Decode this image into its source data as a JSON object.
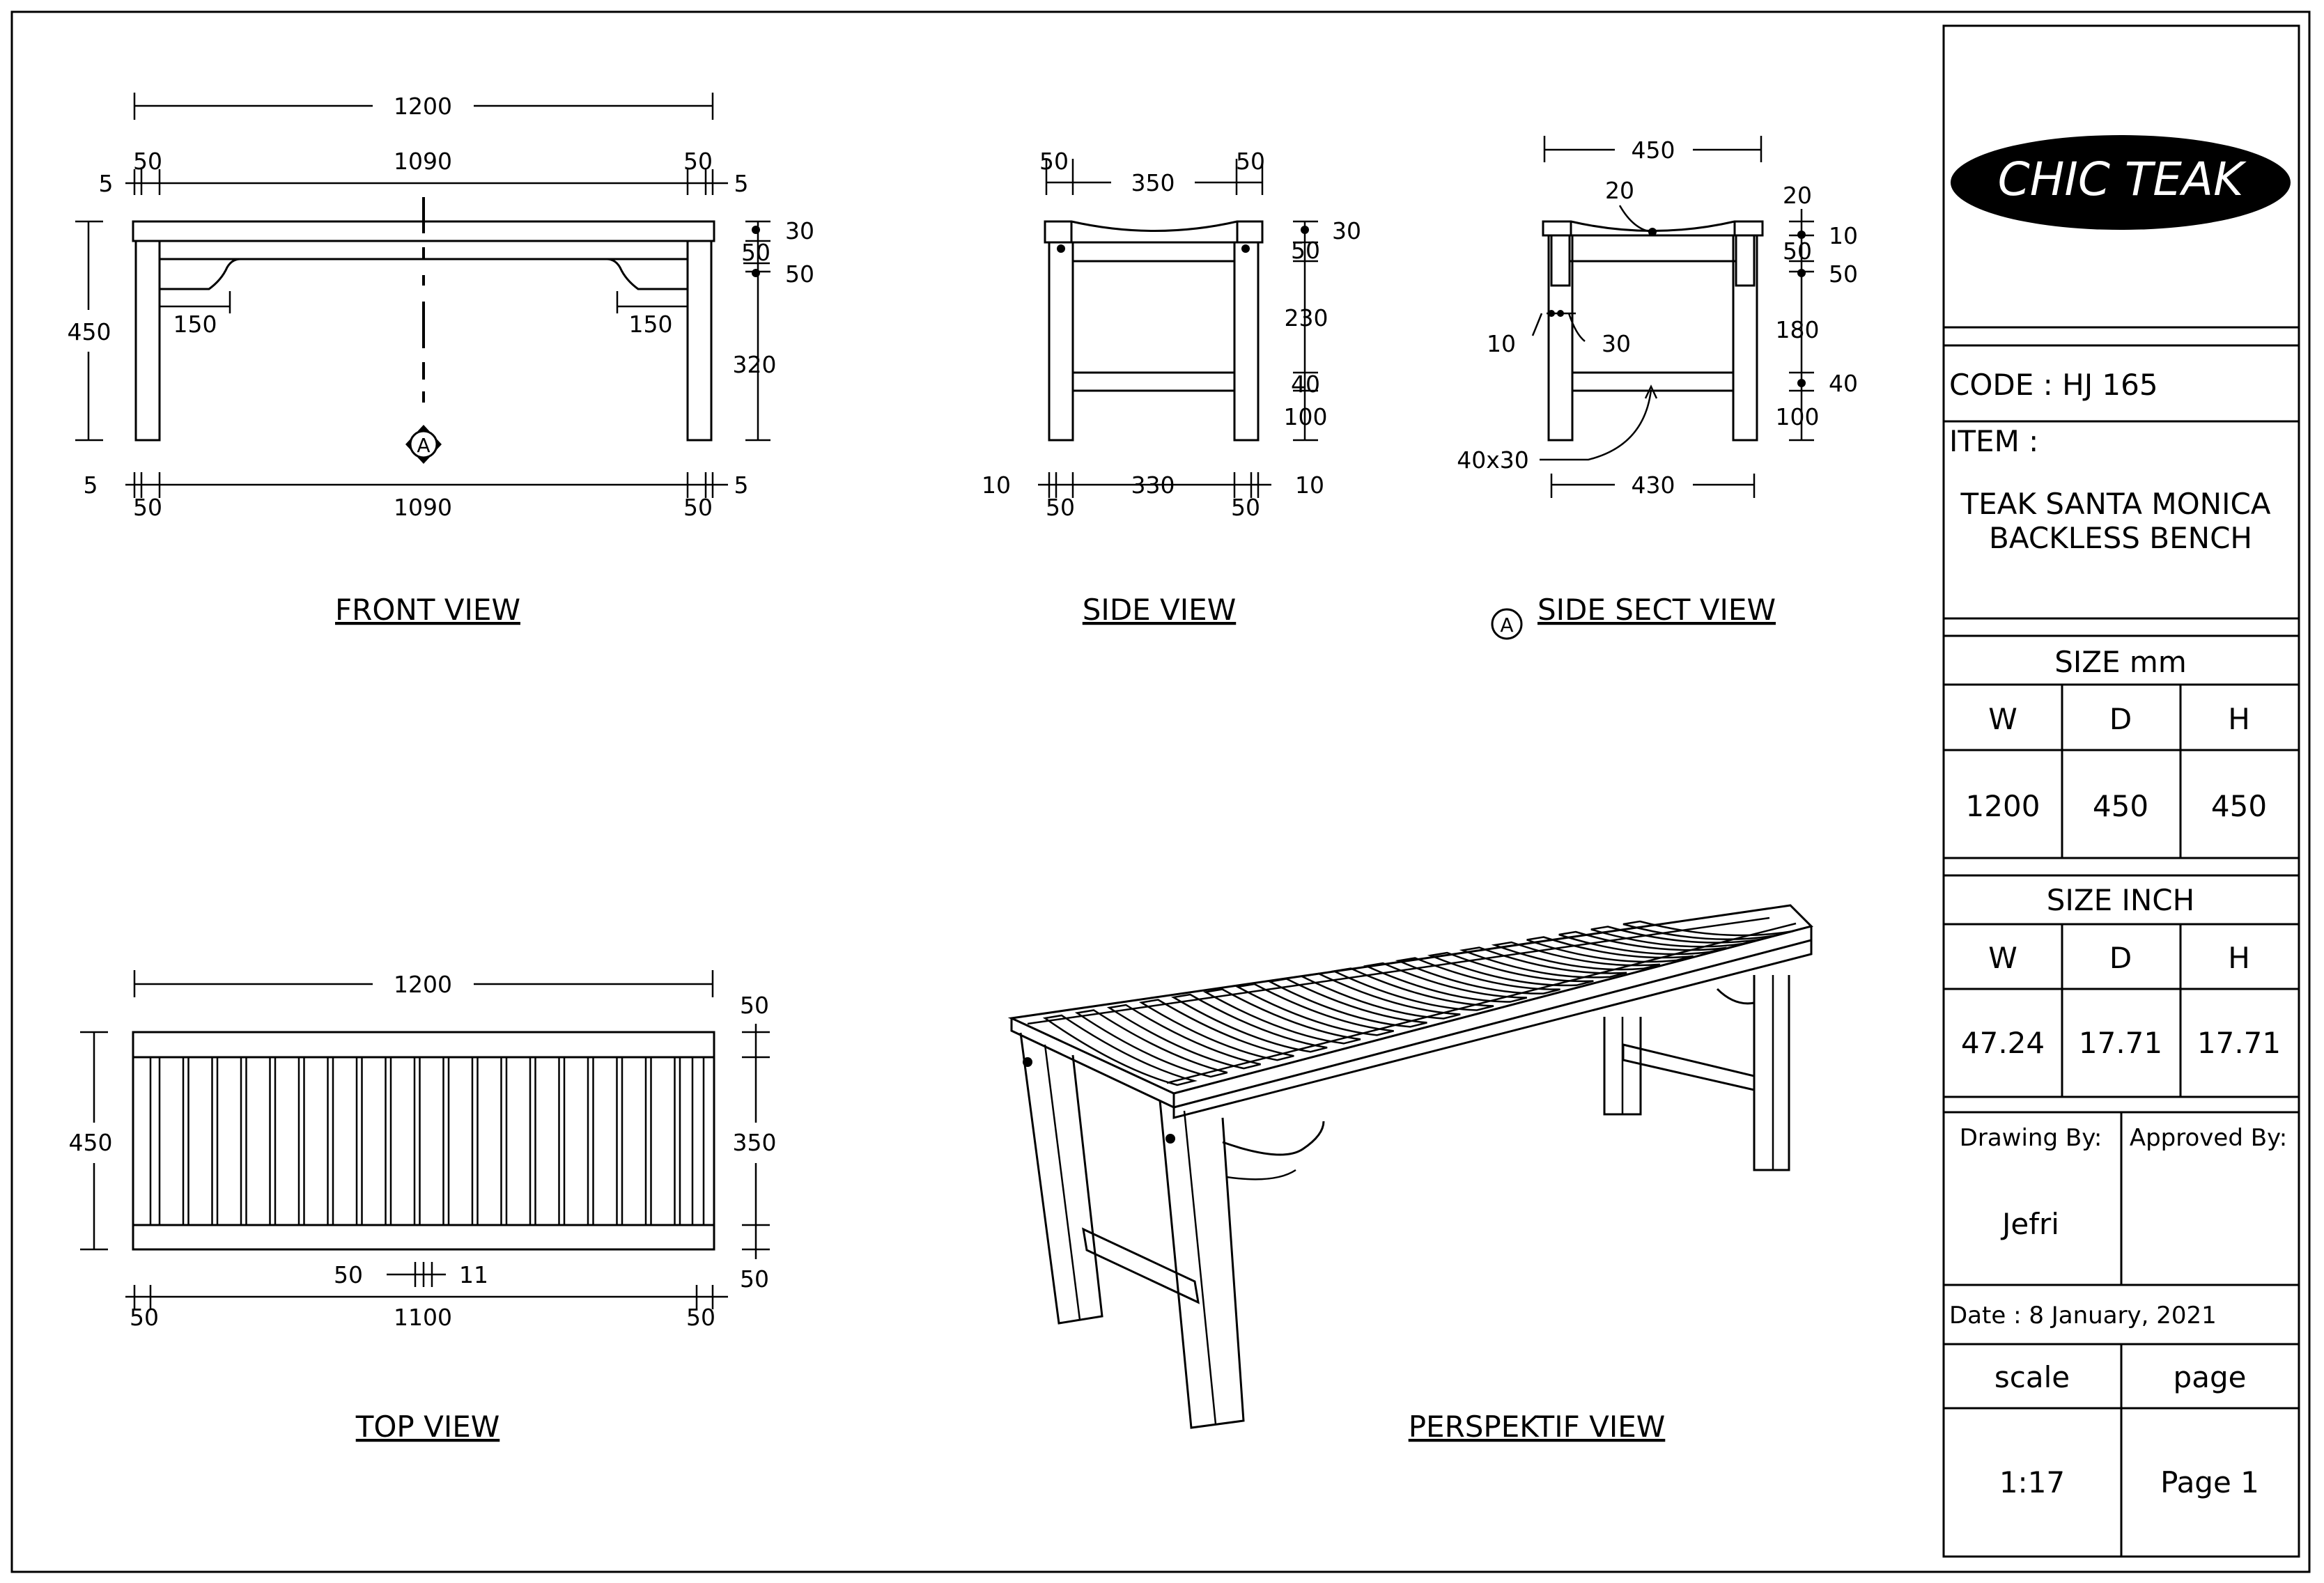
{
  "views": {
    "front": "FRONT VIEW",
    "side": "SIDE VIEW",
    "side_sect": "SIDE SECT VIEW",
    "section_marker": "A",
    "top": "TOP VIEW",
    "perspective": "PERSPEKTIF VIEW"
  },
  "front_dims": {
    "overall": "1200",
    "inner": "1090",
    "leg_l": "50",
    "leg_r": "50",
    "off_l": "5",
    "off_r": "5",
    "height": "450",
    "apron_l": "150",
    "apron_r": "150",
    "top_t": "30",
    "apron_t": "50",
    "apron_t2": "50",
    "leg_h": "320",
    "b_off_l": "5",
    "b_off_r": "5",
    "b_leg_l": "50",
    "b_inner": "1090",
    "b_leg_r": "50"
  },
  "side_dims": {
    "leg_l": "50",
    "inner": "350",
    "leg_r": "50",
    "top_t": "30",
    "apron": "50",
    "open": "230",
    "rail": "40",
    "foot": "100",
    "b_off_l": "10",
    "b_leg_l": "50",
    "b_inner": "330",
    "b_leg_r": "50",
    "b_off_r": "10"
  },
  "sect_dims": {
    "overall": "450",
    "curve": "20",
    "top_r": "20",
    "slat": "10",
    "apron": "50",
    "apron2": "50",
    "open": "180",
    "rail": "40",
    "foot": "100",
    "tenon_l": "10",
    "tenon_r": "30",
    "rail_size": "40x30",
    "bottom": "430"
  },
  "top_dims": {
    "overall": "1200",
    "depth": "450",
    "edge_t": "50",
    "mid": "350",
    "edge_b": "50",
    "slat_w": "50",
    "gap": "11",
    "b_leg_l": "50",
    "b_inner": "1100",
    "b_leg_r": "50"
  },
  "title_block": {
    "logo": "CHIC TEAK",
    "code": "CODE : HJ 165",
    "item_label": "ITEM :",
    "item_line1": "TEAK SANTA MONICA",
    "item_line2": "BACKLESS BENCH",
    "size_mm_label": "SIZE mm",
    "size_inch_label": "SIZE INCH",
    "col_w": "W",
    "col_d": "D",
    "col_h": "H",
    "mm_w": "1200",
    "mm_d": "450",
    "mm_h": "450",
    "in_w": "47.24",
    "in_d": "17.71",
    "in_h": "17.71",
    "drawing_by_label": "Drawing By:",
    "approved_by_label": "Approved By:",
    "drawing_by": "Jefri",
    "date": "Date : 8 January, 2021",
    "scale_label": "scale",
    "page_label": "page",
    "scale": "1:17",
    "page": "Page 1"
  }
}
